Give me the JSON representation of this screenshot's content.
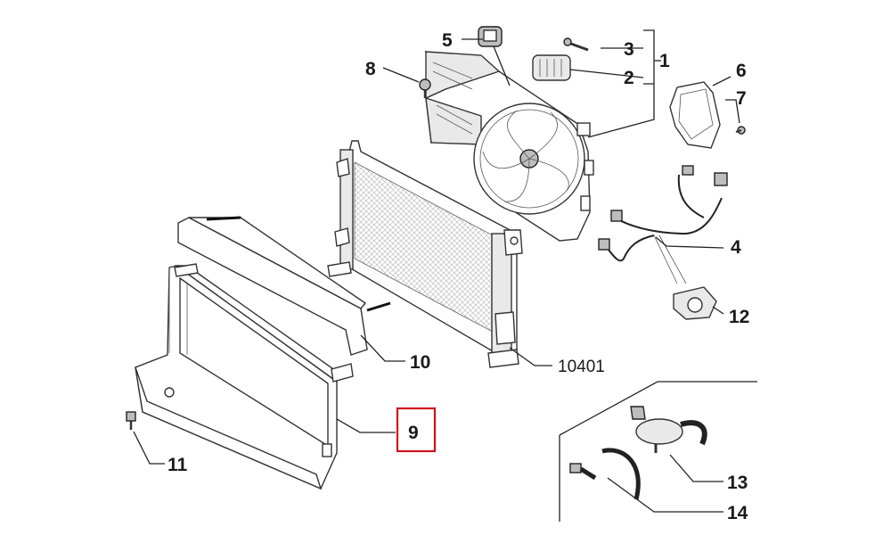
{
  "diagram": {
    "highlight_color": "#d0111b",
    "highlighted_callout": "9",
    "callouts": {
      "c1": "1",
      "c2": "2",
      "c3": "3",
      "c4": "4",
      "c5": "5",
      "c6": "6",
      "c7": "7",
      "c8": "8",
      "c9": "9",
      "c10": "10",
      "c11": "11",
      "c12": "12",
      "c13": "13",
      "c14": "14",
      "c10401": "10401"
    }
  }
}
